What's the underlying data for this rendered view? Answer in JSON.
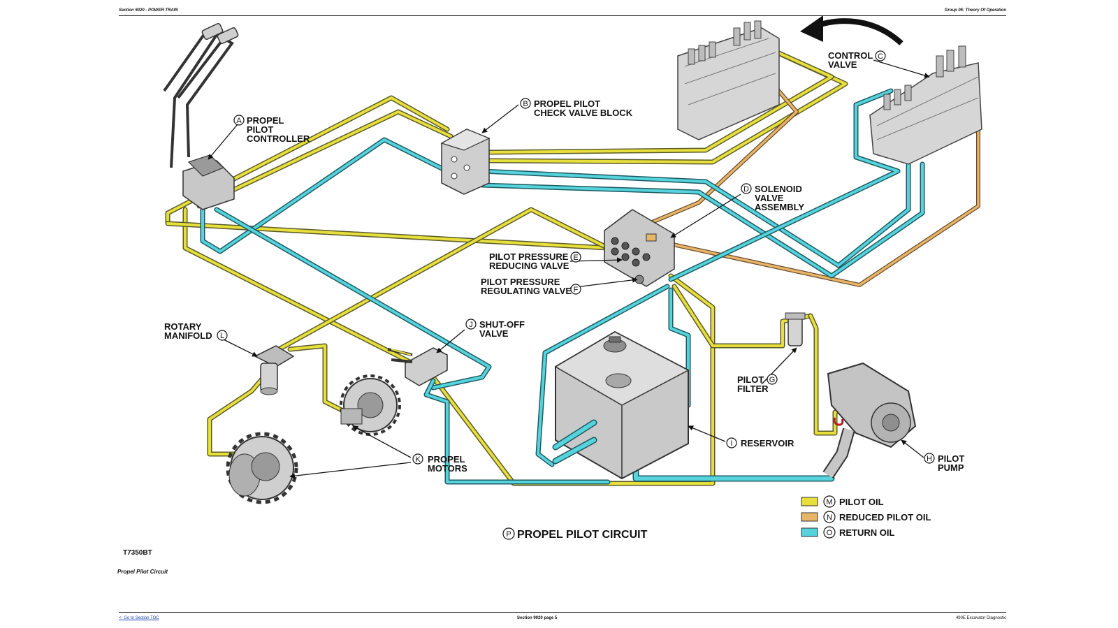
{
  "header": {
    "left": "Section 9020 - POWER TRAIN",
    "right": "Group 05: Theory Of Operation"
  },
  "colors": {
    "pilot_oil": "#e7df3c",
    "reduced_pilot_oil": "#e7b568",
    "return_oil": "#56d3dd",
    "line_outline": "#5a5a2a"
  },
  "labels": {
    "A": {
      "letter": "A",
      "lines": [
        "PROPEL",
        "PILOT",
        "CONTROLLER"
      ]
    },
    "B": {
      "letter": "B",
      "lines": [
        "PROPEL PILOT",
        "CHECK VALVE BLOCK"
      ]
    },
    "C": {
      "letter": "C",
      "lines": [
        "CONTROL",
        "VALVE"
      ]
    },
    "D": {
      "letter": "D",
      "lines": [
        "SOLENOID",
        "VALVE",
        "ASSEMBLY"
      ]
    },
    "E": {
      "letter": "E",
      "lines": [
        "PILOT PRESSURE",
        "REDUCING VALVE"
      ]
    },
    "F": {
      "letter": "F",
      "lines": [
        "PILOT PRESSURE",
        "REGULATING VALVE"
      ]
    },
    "G": {
      "letter": "G",
      "lines": [
        "PILOT",
        "FILTER"
      ]
    },
    "H": {
      "letter": "H",
      "lines": [
        "PILOT",
        "PUMP"
      ]
    },
    "I": {
      "letter": "I",
      "lines": [
        "RESERVOIR"
      ]
    },
    "J": {
      "letter": "J",
      "lines": [
        "SHUT-OFF",
        "VALVE"
      ]
    },
    "K": {
      "letter": "K",
      "lines": [
        "PROPEL",
        "MOTORS"
      ]
    },
    "L": {
      "letter": "L",
      "lines": [
        "ROTARY",
        "MANIFOLD"
      ]
    }
  },
  "legend": [
    {
      "letter": "M",
      "label": "PILOT OIL",
      "color": "#e7df3c"
    },
    {
      "letter": "N",
      "label": "REDUCED PILOT OIL",
      "color": "#e7b568"
    },
    {
      "letter": "O",
      "label": "RETURN OIL",
      "color": "#56d3dd"
    }
  ],
  "title": {
    "letter": "P",
    "text": "PROPEL PILOT CIRCUIT"
  },
  "figure_id": "T7350BT",
  "caption": "Propel Pilot Circuit",
  "footer": {
    "toc_link": "<- Go to Section TOC",
    "page": "Section 9020 page 5",
    "right": "490E Excavator Diagnostic"
  }
}
